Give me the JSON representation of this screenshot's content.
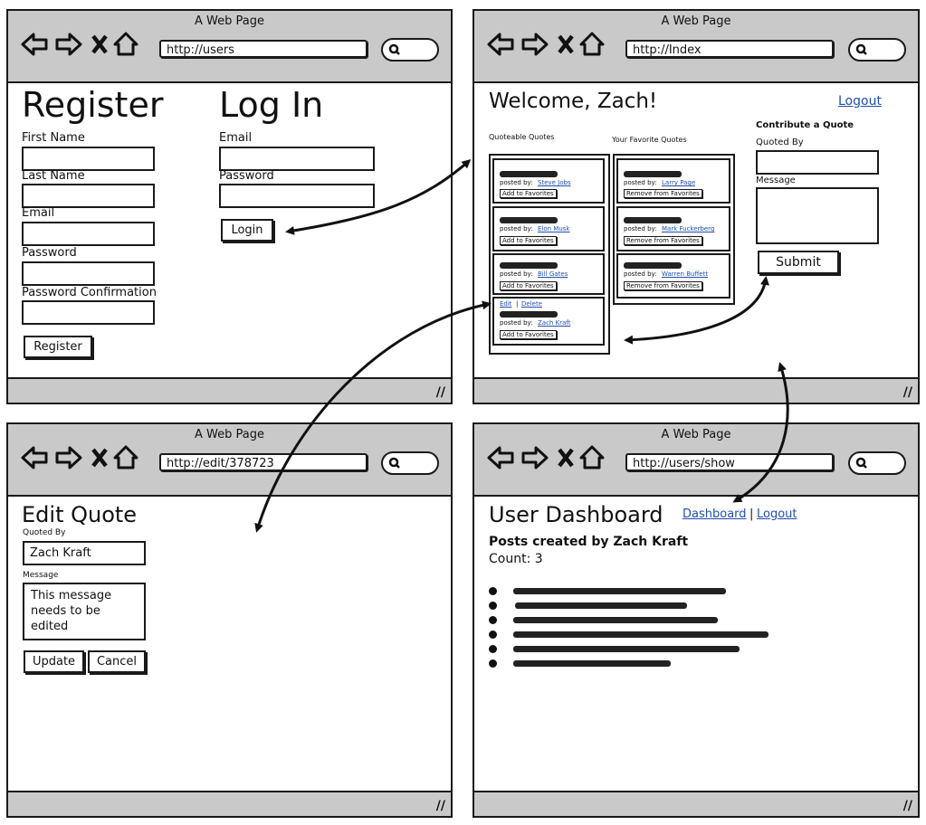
{
  "window_title": "A Web Page",
  "windows": {
    "register": {
      "url": "http://users",
      "register_heading": "Register",
      "login_heading": "Log In",
      "fields": {
        "first_name": "First Name",
        "last_name": "Last Name",
        "email": "Email",
        "password": "Password",
        "password_confirmation": "Password Confirmation"
      },
      "login_fields": {
        "email": "Email",
        "password": "Password"
      },
      "register_button": "Register",
      "login_button": "Login"
    },
    "index": {
      "url": "http://Index",
      "welcome": "Welcome, Zach!",
      "logout": "Logout",
      "quoteable_heading": "Quoteable Quotes",
      "favorites_heading": "Your Favorite Quotes",
      "posted_by": "posted by:",
      "quoteable": [
        {
          "author": "Steve Jobs",
          "action": "Add to Favorites"
        },
        {
          "author": "Elon Musk",
          "action": "Add to Favorites"
        },
        {
          "author": "Bill Gates",
          "action": "Add to Favorites"
        },
        {
          "author": "Zach Kraft",
          "action": "Add to Favorites"
        }
      ],
      "edit_link": "Edit",
      "separator": "|",
      "delete_link": "Delete",
      "favorites": [
        {
          "author": "Larry Page",
          "action": "Remove from Favorites"
        },
        {
          "author": "Mark Fuckerberg",
          "action": "Remove from Favorites"
        },
        {
          "author": "Warren Buffett",
          "action": "Remove from Favorites"
        }
      ],
      "contribute_heading": "Contribute a Quote",
      "quoted_by_label": "Quoted By",
      "message_label": "Message",
      "submit_button": "Submit"
    },
    "edit": {
      "url": "http://edit/378723",
      "heading": "Edit Quote",
      "quoted_by_label": "Quoted By",
      "quoted_by_value": "Zach Kraft",
      "message_label": "Message",
      "message_value": "This message needs to be edited",
      "update_button": "Update",
      "cancel_button": "Cancel"
    },
    "dashboard": {
      "url": "http://users/show",
      "heading": "User Dashboard",
      "dashboard_link": "Dashboard",
      "separator": "|",
      "logout_link": "Logout",
      "posts_heading": "Posts created by Zach Kraft",
      "count": "Count: 3"
    }
  }
}
